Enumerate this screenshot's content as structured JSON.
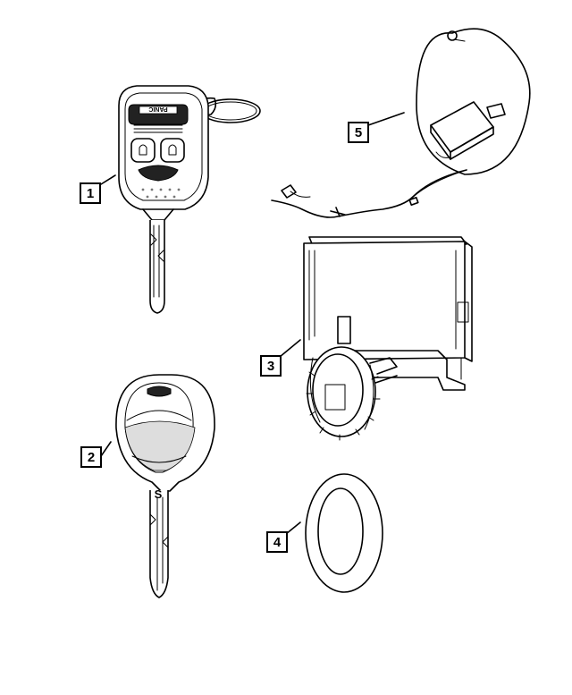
{
  "callouts": [
    {
      "id": "1",
      "label": "1"
    },
    {
      "id": "2",
      "label": "2"
    },
    {
      "id": "3",
      "label": "3"
    },
    {
      "id": "4",
      "label": "4"
    },
    {
      "id": "5",
      "label": "5"
    }
  ],
  "fob": {
    "panic_label": "PANIC",
    "key_stamp": "S"
  }
}
